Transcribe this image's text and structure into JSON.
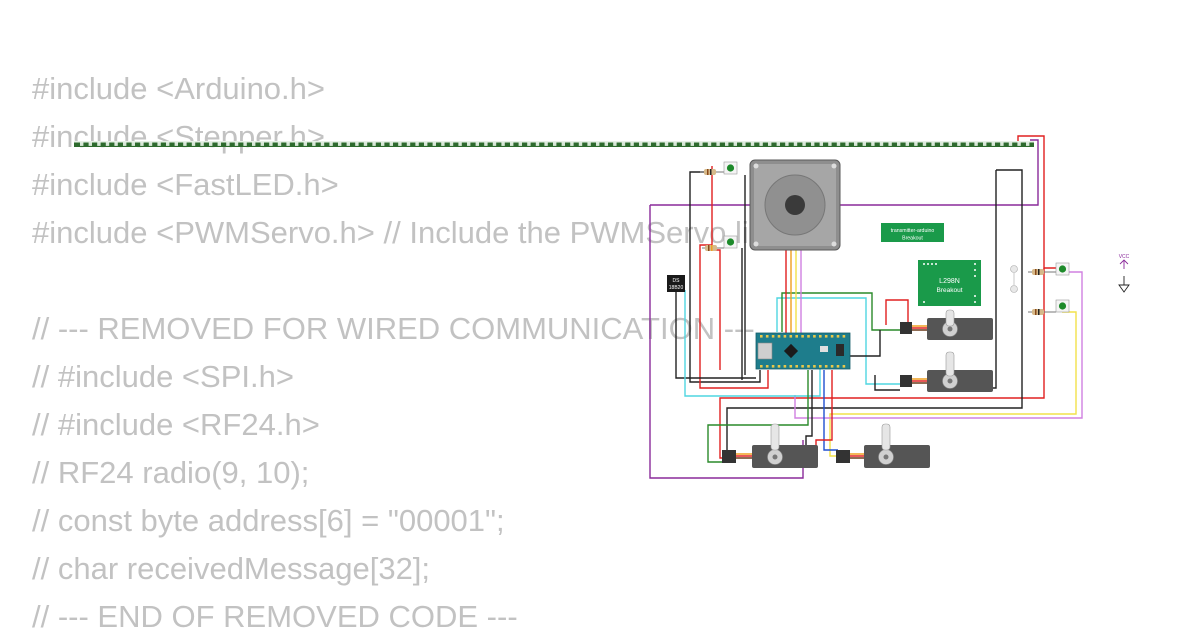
{
  "code_lines": [
    "#include <Arduino.h>",
    "#include <Stepper.h>",
    "#include <FastLED.h>",
    "#include <PWMServo.h> // Include the PWMServo library",
    "",
    "// --- REMOVED FOR WIRED COMMUNICATION ---",
    "// #include <SPI.h>",
    "// #include <RF24.h>",
    "// RF24 radio(9, 10);",
    "// const byte address[6] = \"00001\";",
    "// char receivedMessage[32];",
    "// --- END OF REMOVED CODE ---"
  ],
  "labels": {
    "transmitter": "transmitter-arduino",
    "transmitter_sub": "Breakout",
    "l298n": "L298N",
    "l298n_sub": "Breakout",
    "ds18b20": "DS",
    "ds18b20_sub": "18B20",
    "vcc": "VCC"
  },
  "colors": {
    "code_text": "#c2c2c2",
    "arduino_board": "#1e7d8c",
    "breakout_green": "#1a9a4a",
    "servo_body": "#555555",
    "wire_red": "#e02020",
    "wire_black": "#222222",
    "wire_purple": "#8a2a9a",
    "wire_cyan": "#4fd6e0",
    "wire_green": "#2a8a2a",
    "wire_yellow": "#f2e24a",
    "wire_violet": "#d080e0",
    "wire_blue": "#2050d0",
    "wire_orange": "#f0a020"
  }
}
